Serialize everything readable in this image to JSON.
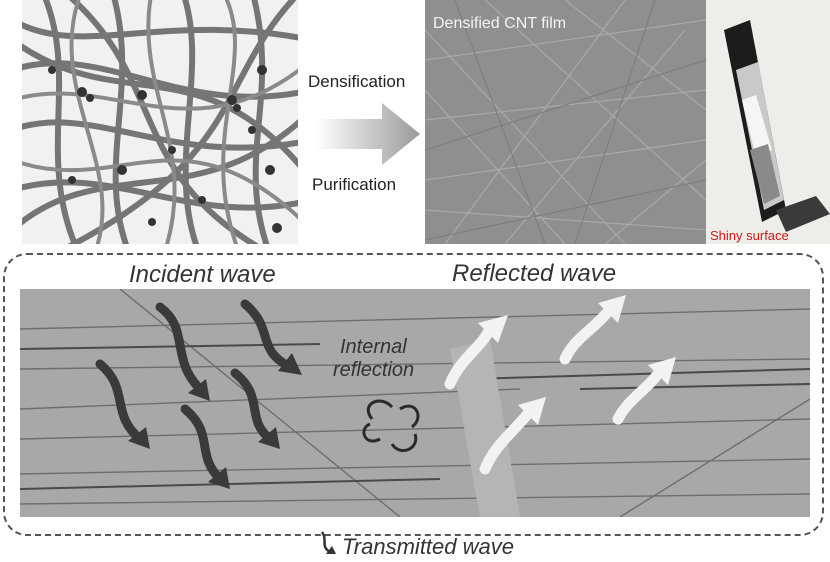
{
  "process": {
    "step_top": "Densification",
    "step_bottom": "Purification"
  },
  "film": {
    "title": "Densified CNT film",
    "photo_caption": "Shiny surface",
    "caption_color": "#d01818"
  },
  "waves": {
    "incident": "Incident wave",
    "reflected": "Reflected wave",
    "internal_line1": "Internal",
    "internal_line2": "reflection",
    "transmitted": "Transmitted wave"
  },
  "colors": {
    "incident_arrow": "#3a3a3a",
    "reflected_arrow": "#f2f2f2"
  }
}
